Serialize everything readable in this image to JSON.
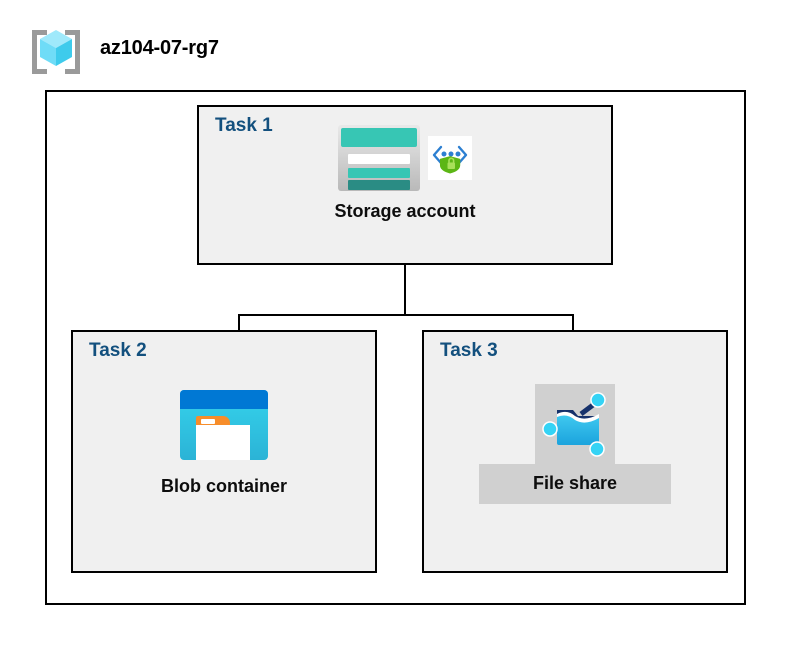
{
  "diagram": {
    "title": "az104-07-rg7",
    "resource_group_icon": "resource-group-cube-icon",
    "container_label": "resource-group-container",
    "tasks": [
      {
        "id": "task1",
        "label": "Task 1",
        "node_caption": "Storage account",
        "icons": [
          "storage-account-icon",
          "secure-api-endpoint-icon"
        ]
      },
      {
        "id": "task2",
        "label": "Task 2",
        "node_caption": "Blob container",
        "icons": [
          "blob-container-icon"
        ]
      },
      {
        "id": "task3",
        "label": "Task 3",
        "node_caption": "File share",
        "icons": [
          "file-share-icon"
        ]
      }
    ],
    "connectors": [
      {
        "name": "storage-to-bus",
        "from": "Storage account",
        "to": "bus"
      },
      {
        "name": "bus-to-blob-container",
        "from": "bus",
        "to": "Blob container"
      },
      {
        "name": "bus-to-file-share",
        "from": "bus",
        "to": "File share"
      }
    ]
  },
  "colors": {
    "task_label": "#13507e",
    "task_fill": "#f0f0f0",
    "border": "#000000",
    "canvas": "#ffffff",
    "caption_text": "#0d0d0d",
    "file_share_backplate": "#d0d0d0",
    "storage_teal": "#37c6b4",
    "storage_teal_dark": "#2a8c84",
    "blob_blue": "#0078d4",
    "blob_cyan": "#32cfe8",
    "blob_orange": "#f78d2a",
    "api_green": "#5cb615",
    "api_blue": "#2c7fd1",
    "cube_cyan": "#4fd7f5",
    "bracket_gray": "#9a9a9a"
  }
}
